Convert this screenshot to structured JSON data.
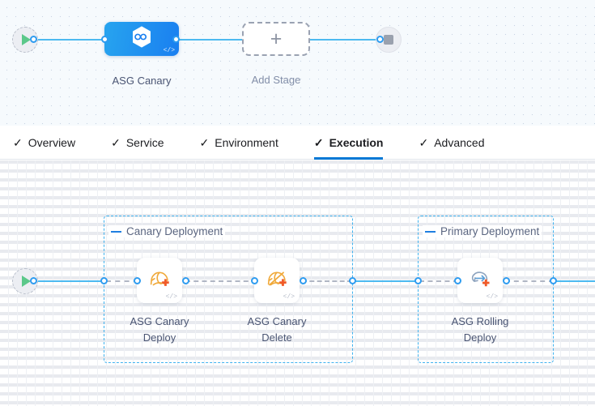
{
  "stage_canvas": {
    "start_node": {
      "icon": "play-icon"
    },
    "end_node": {
      "icon": "stop-icon"
    },
    "stage": {
      "label": "ASG Canary",
      "icon": "harness-hexagon-infinity-icon",
      "code_badge": "</>",
      "color": "#1a7ff0"
    },
    "add_stage": {
      "label": "Add Stage",
      "icon": "plus-icon"
    }
  },
  "tabs": {
    "check_glyph": "✓",
    "items": [
      {
        "label": "Overview",
        "active": false
      },
      {
        "label": "Service",
        "active": false
      },
      {
        "label": "Environment",
        "active": false
      },
      {
        "label": "Execution",
        "active": true
      },
      {
        "label": "Advanced",
        "active": false
      }
    ],
    "active_color": "#0278d5"
  },
  "execution": {
    "start_node": {
      "icon": "play-icon"
    },
    "groups": [
      {
        "name": "canary-deployment",
        "label": "Canary Deployment",
        "steps": [
          {
            "label_line1": "ASG Canary",
            "label_line2": "Deploy",
            "icon": "asg-canary-deploy-icon",
            "code_badge": "</>"
          },
          {
            "label_line1": "ASG Canary",
            "label_line2": "Delete",
            "icon": "asg-canary-delete-icon",
            "code_badge": "</>"
          }
        ]
      },
      {
        "name": "primary-deployment",
        "label": "Primary Deployment",
        "steps": [
          {
            "label_line1": "ASG Rolling",
            "label_line2": "Deploy",
            "icon": "asg-rolling-deploy-icon",
            "code_badge": "</>"
          }
        ]
      }
    ],
    "edge_color": "#4dbaf0",
    "group_border_color": "#3fb2ef"
  }
}
